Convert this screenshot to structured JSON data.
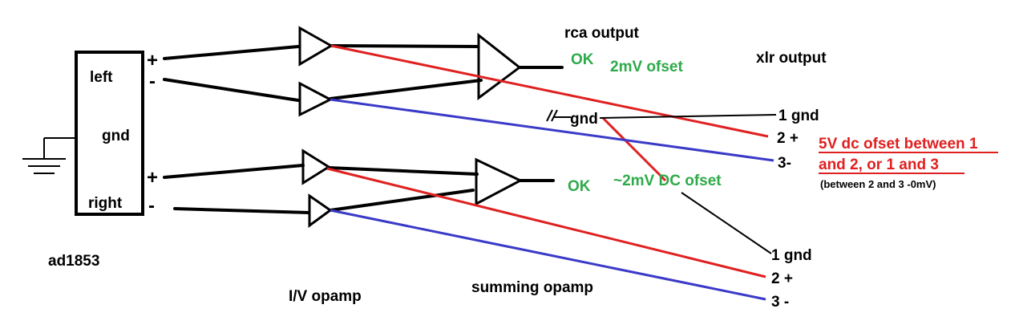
{
  "colors": {
    "black": "#000000",
    "red": "#e02020",
    "blue": "#3a3ac8",
    "green": "#2eaa4a"
  },
  "chip": {
    "name": "ad1853",
    "left": "left",
    "gnd": "gnd",
    "right": "right",
    "plus_top": "+",
    "minus_top": "-",
    "plus_bottom": "+",
    "minus_bottom": "-"
  },
  "labels": {
    "iv_opamp": "I/V opamp",
    "summing_opamp": "summing opamp",
    "rca_output": "rca output",
    "xlr_output": "xlr output",
    "ok_top": "OK",
    "ok_bottom": "OK",
    "offset_2mv": "2mV ofset",
    "dc_offset_2mv": "~2mV DC ofset",
    "center_gnd": "gnd",
    "note_line1": "5V dc ofset between 1",
    "note_line2": "and 2, or 1 and 3",
    "note_line3": "(between 2 and 3 -0mV)"
  },
  "xlr_top": {
    "pin1": "1 gnd",
    "pin2": "2 +",
    "pin3": "3-"
  },
  "xlr_bottom": {
    "pin1": "1 gnd",
    "pin2": "2 +",
    "pin3": "3 -"
  }
}
